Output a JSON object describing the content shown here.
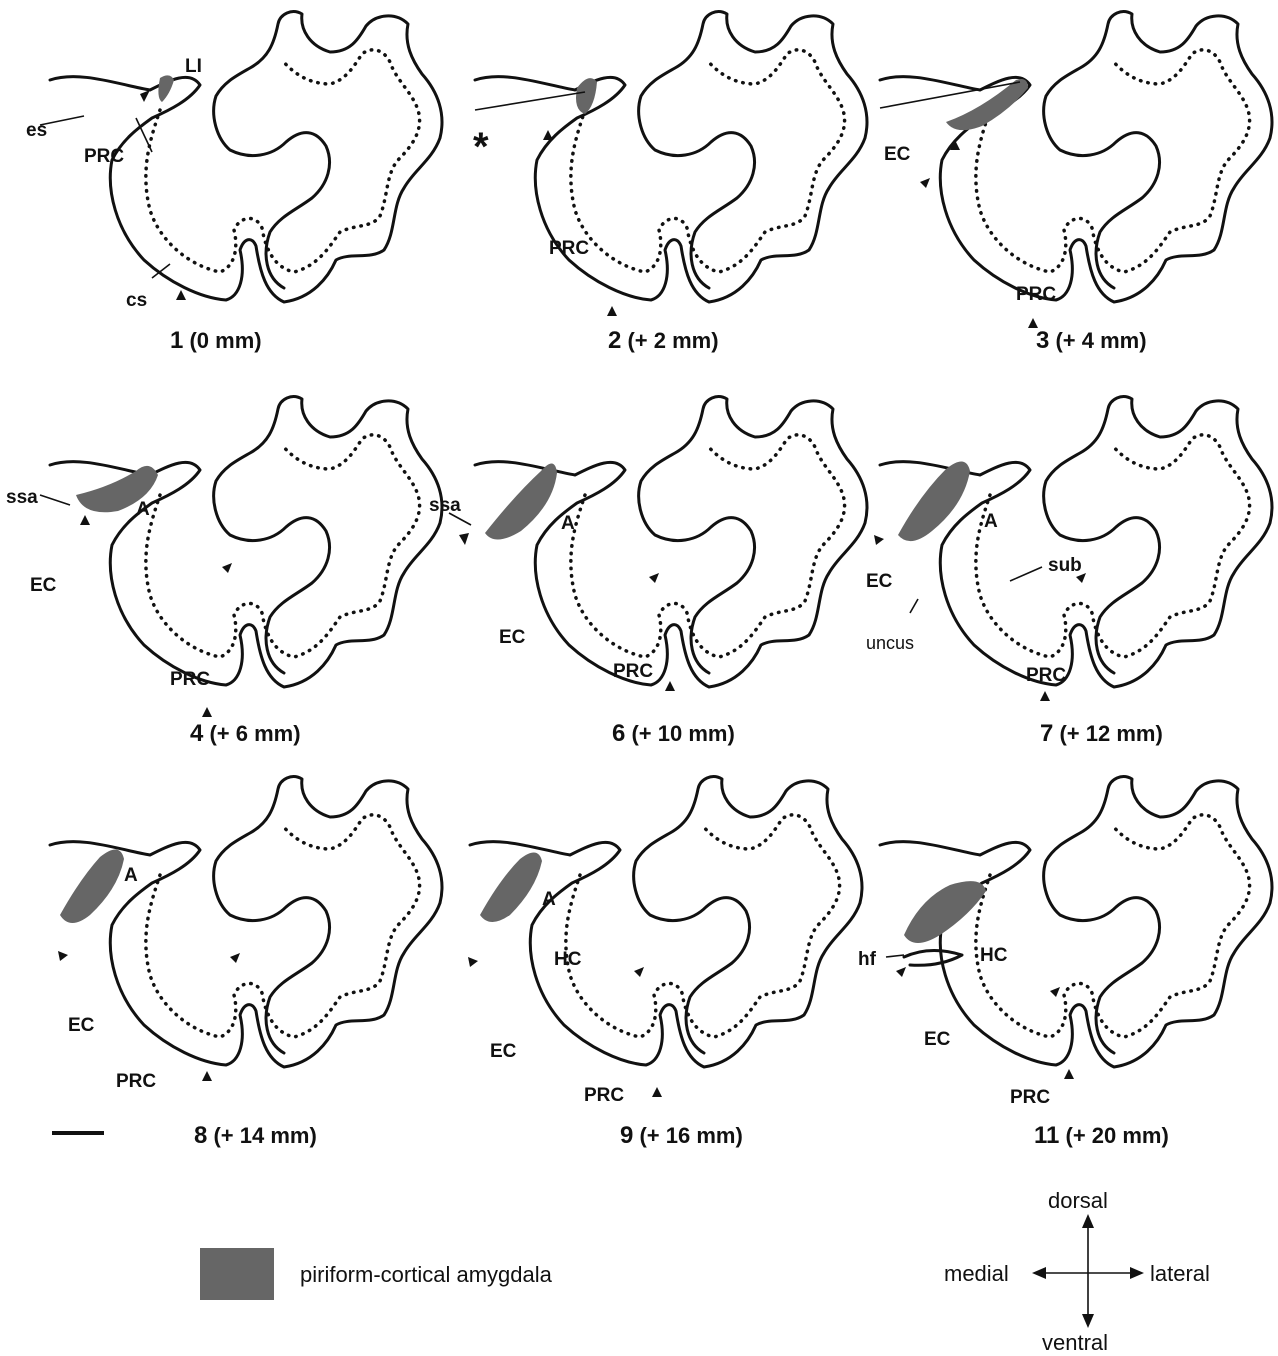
{
  "panels": [
    {
      "id": "p1",
      "number": "1",
      "offset": "(0 mm)",
      "labels": [
        "LI",
        "es",
        "PRC",
        "cs"
      ]
    },
    {
      "id": "p2",
      "number": "2",
      "offset": "(+ 2 mm)",
      "labels": [
        "*",
        "PRC"
      ]
    },
    {
      "id": "p3",
      "number": "3",
      "offset": "(+ 4 mm)",
      "labels": [
        "EC",
        "PRC"
      ]
    },
    {
      "id": "p4",
      "number": "4",
      "offset": "(+ 6 mm)",
      "labels": [
        "ssa",
        "A",
        "EC",
        "PRC"
      ]
    },
    {
      "id": "p6",
      "number": "6",
      "offset": "(+ 10 mm)",
      "labels": [
        "ssa",
        "A",
        "EC",
        "PRC"
      ]
    },
    {
      "id": "p7",
      "number": "7",
      "offset": "(+ 12 mm)",
      "labels": [
        "A",
        "sub",
        "EC",
        "uncus",
        "PRC"
      ]
    },
    {
      "id": "p8",
      "number": "8",
      "offset": "(+ 14 mm)",
      "labels": [
        "A",
        "EC",
        "PRC"
      ]
    },
    {
      "id": "p9",
      "number": "9",
      "offset": "(+ 16 mm)",
      "labels": [
        "A",
        "HC",
        "EC",
        "PRC"
      ]
    },
    {
      "id": "p11",
      "number": "11",
      "offset": "(+ 20 mm)",
      "labels": [
        "hf",
        "HC",
        "EC",
        "PRC"
      ]
    }
  ],
  "legend": {
    "label": "piriform-cortical amygdala",
    "swatch_color": "#666666"
  },
  "compass": {
    "dorsal": "dorsal",
    "ventral": "ventral",
    "medial": "medial",
    "lateral": "lateral"
  }
}
